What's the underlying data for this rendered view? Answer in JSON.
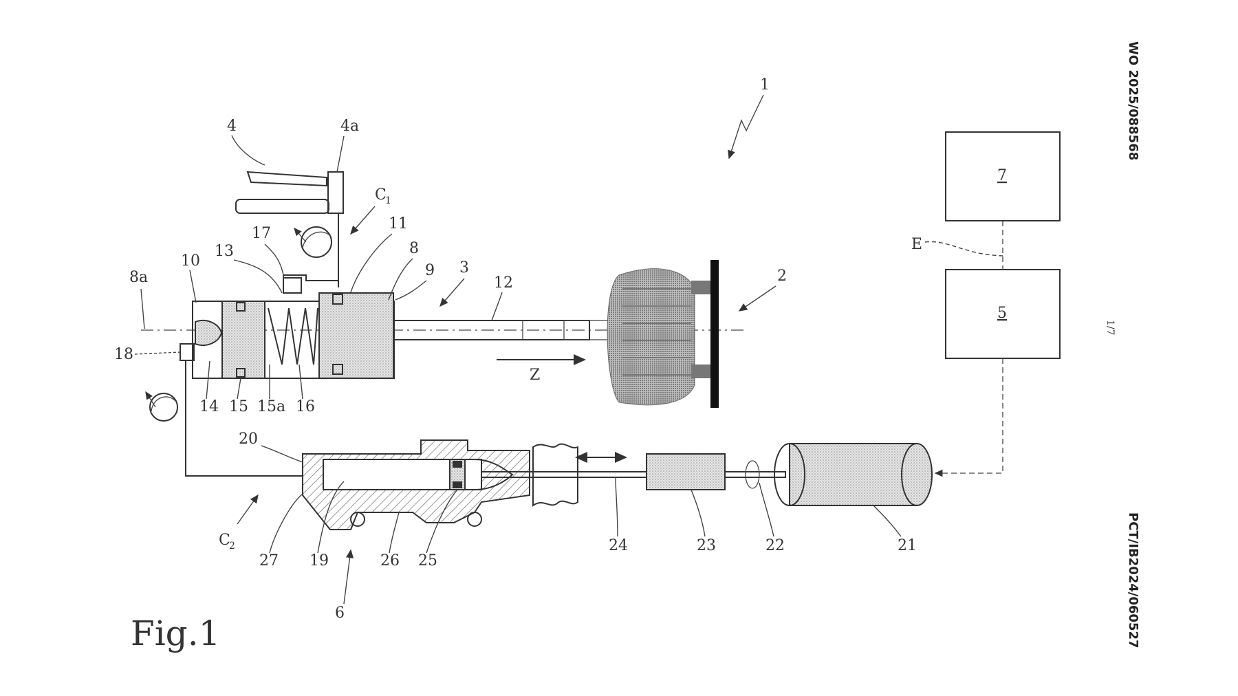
{
  "side_text": {
    "top": "WO 2025/088568",
    "bottom": "PCT/IB2024/060527",
    "page": "1/7"
  },
  "figure_label": "Fig.1",
  "labels": {
    "l1": "1",
    "l2": "2",
    "l3": "3",
    "l4": "4",
    "l4a": "4a",
    "l5": "5",
    "l6": "6",
    "l7": "7",
    "l8": "8",
    "l8a": "8a",
    "l9": "9",
    "l10": "10",
    "l11": "11",
    "l12": "12",
    "l13": "13",
    "l14": "14",
    "l15": "15",
    "l15a": "15a",
    "l16": "16",
    "l17": "17",
    "l18": "18",
    "l19": "19",
    "l20": "20",
    "l21": "21",
    "l22": "22",
    "l23": "23",
    "l24": "24",
    "l25": "25",
    "l26": "26",
    "l27": "27",
    "c1": "C",
    "c1_sub": "1",
    "c2": "C",
    "c2_sub": "2",
    "z": "Z",
    "e": "E"
  }
}
